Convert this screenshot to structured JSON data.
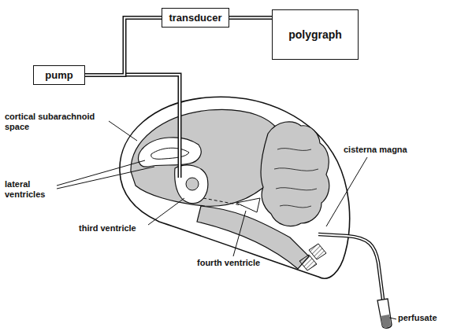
{
  "diagram": {
    "nodes": [
      {
        "text": [
          "transducer"
        ]
      },
      {
        "text": [
          "polygraph"
        ]
      },
      {
        "text": [
          "pump"
        ]
      }
    ],
    "edges": [
      {
        "from": 0,
        "to": 1,
        "arrow": "none"
      },
      {
        "from": 2,
        "to": 0,
        "arrow": "none"
      }
    ],
    "labels": [
      "cortical subarachnoid space",
      "lateral ventricles",
      "cisterna magna",
      "third ventricle",
      "fourth ventricle",
      "perfusate"
    ]
  }
}
